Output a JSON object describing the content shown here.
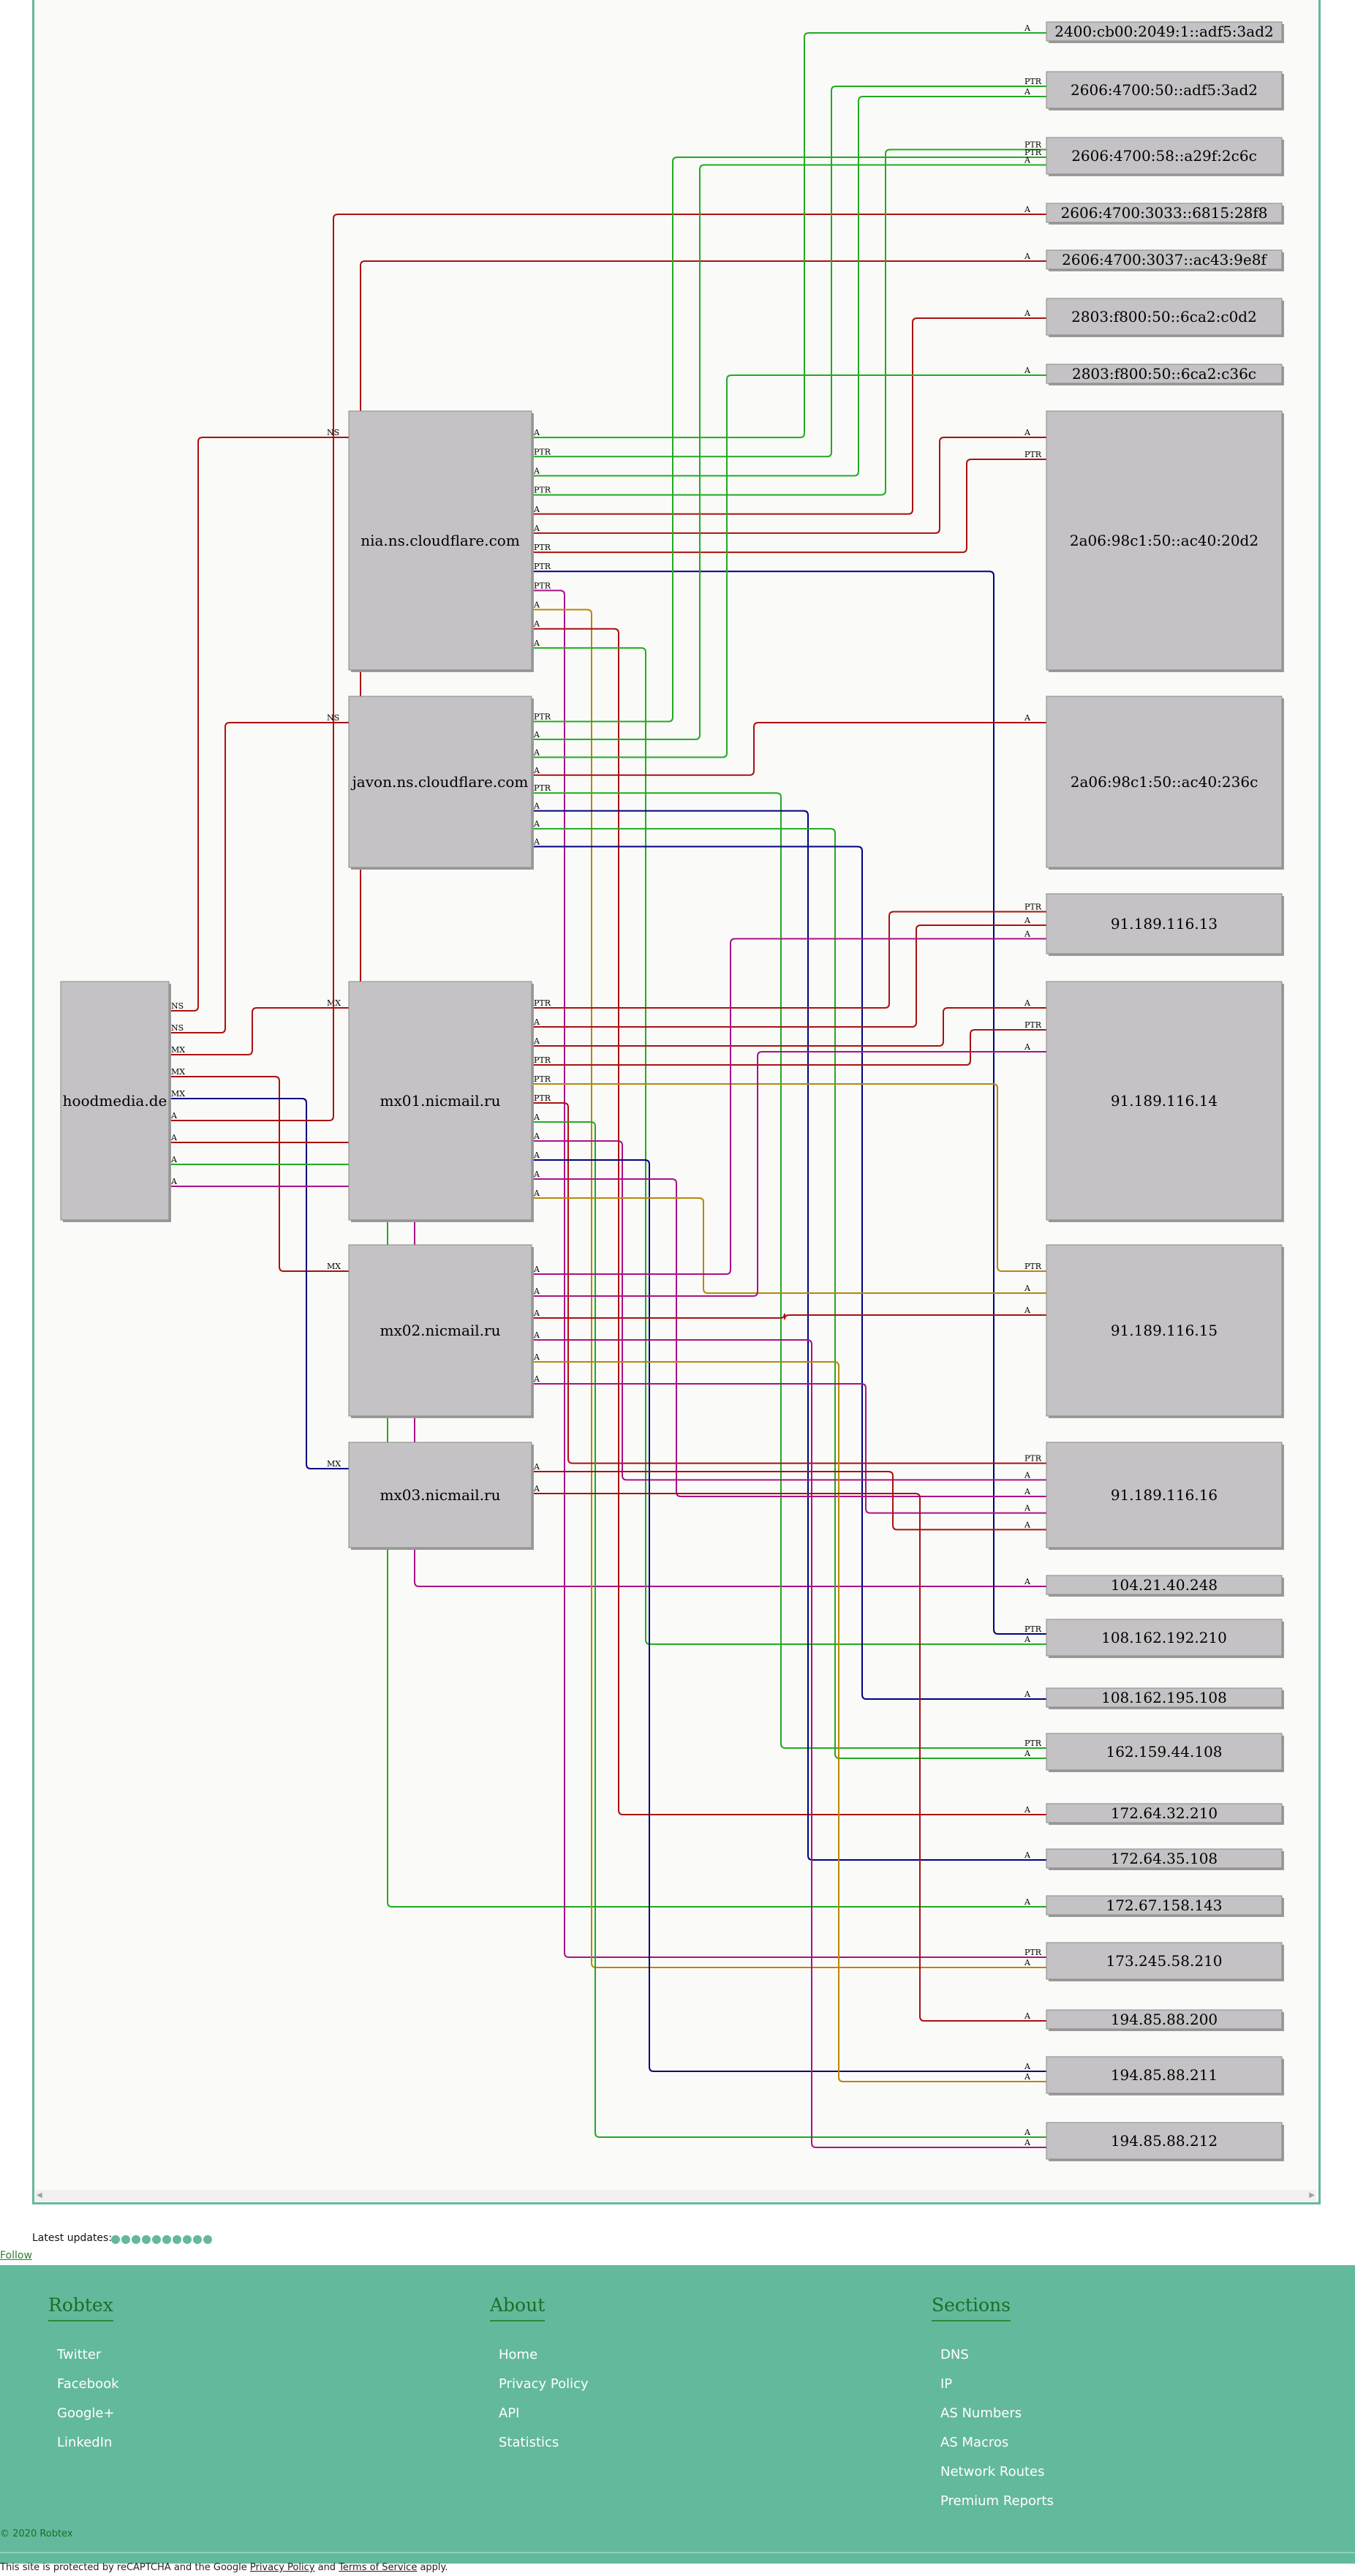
{
  "diagram": {
    "nodes": {
      "root": "hoodmedia.de",
      "ns1": "nia.ns.cloudflare.com",
      "ns2": "javon.ns.cloudflare.com",
      "mx1": "mx01.nicmail.ru",
      "mx2": "mx02.nicmail.ru",
      "mx3": "mx03.nicmail.ru",
      "ip_2400": "2400:cb00:2049:1::adf5:3ad2",
      "ip_50ad": "2606:4700:50::adf5:3ad2",
      "ip_58": "2606:4700:58::a29f:2c6c",
      "ip_3033": "2606:4700:3033::6815:28f8",
      "ip_3037": "2606:4700:3037::ac43:9e8f",
      "ip_c0d2": "2803:f800:50::6ca2:c0d2",
      "ip_c36c": "2803:f800:50::6ca2:c36c",
      "ip_20d2": "2a06:98c1:50::ac40:20d2",
      "ip_236c": "2a06:98c1:50::ac40:236c",
      "ip_13": "91.189.116.13",
      "ip_14": "91.189.116.14",
      "ip_15": "91.189.116.15",
      "ip_16": "91.189.116.16",
      "ip_104": "104.21.40.248",
      "ip_192": "108.162.192.210",
      "ip_195": "108.162.195.108",
      "ip_162": "162.159.44.108",
      "ip_172a": "172.64.32.210",
      "ip_172b": "172.64.35.108",
      "ip_172c": "172.67.158.143",
      "ip_173": "173.245.58.210",
      "ip_194a": "194.85.88.200",
      "ip_194b": "194.85.88.211",
      "ip_194c": "194.85.88.212"
    },
    "edges": [
      {
        "from": "root",
        "to": "ns1",
        "label": "NS",
        "color": "#aa1111"
      },
      {
        "from": "root",
        "to": "ns2",
        "label": "NS",
        "color": "#aa1111"
      },
      {
        "from": "root",
        "to": "mx1",
        "label": "MX",
        "color": "#aa1111"
      },
      {
        "from": "root",
        "to": "mx2",
        "label": "MX",
        "color": "#aa1111"
      },
      {
        "from": "root",
        "to": "mx3",
        "label": "MX",
        "color": "#000080"
      },
      {
        "from": "root",
        "to": "ip_3033",
        "label": "A",
        "color": "#aa1111"
      },
      {
        "from": "root",
        "to": "ip_3037",
        "label": "A",
        "color": "#aa1111"
      },
      {
        "from": "root",
        "to": "ip_172c",
        "label": "A",
        "color": "#22aa22"
      },
      {
        "from": "root",
        "to": "ip_104",
        "label": "A",
        "color": "#aa1188"
      },
      {
        "from": "ns1",
        "to": "ip_2400",
        "label": "A",
        "color": "#22aa22"
      },
      {
        "from": "ns1",
        "to": "ip_50ad",
        "label": "PTR",
        "color": "#22aa22"
      },
      {
        "from": "ns1",
        "to": "ip_50ad",
        "label": "A",
        "color": "#22aa22"
      },
      {
        "from": "ns1",
        "to": "ip_58",
        "label": "PTR",
        "color": "#22aa22"
      },
      {
        "from": "ns1",
        "to": "ip_c0d2",
        "label": "A",
        "color": "#aa1111"
      },
      {
        "from": "ns1",
        "to": "ip_20d2",
        "label": "A",
        "color": "#aa1111"
      },
      {
        "from": "ns1",
        "to": "ip_20d2",
        "label": "PTR",
        "color": "#aa1111"
      },
      {
        "from": "ns1",
        "to": "ip_192",
        "label": "PTR",
        "color": "#000080"
      },
      {
        "from": "ns1",
        "to": "ip_173",
        "label": "PTR",
        "color": "#aa1188"
      },
      {
        "from": "ns1",
        "to": "ip_173",
        "label": "A",
        "color": "#b8860b"
      },
      {
        "from": "ns1",
        "to": "ip_172a",
        "label": "A",
        "color": "#aa1111"
      },
      {
        "from": "ns1",
        "to": "ip_192",
        "label": "A",
        "color": "#22aa22"
      },
      {
        "from": "ns2",
        "to": "ip_58",
        "label": "PTR",
        "color": "#22aa22"
      },
      {
        "from": "ns2",
        "to": "ip_58",
        "label": "A",
        "color": "#22aa22"
      },
      {
        "from": "ns2",
        "to": "ip_c36c",
        "label": "A",
        "color": "#22aa22"
      },
      {
        "from": "ns2",
        "to": "ip_236c",
        "label": "A",
        "color": "#aa1111"
      },
      {
        "from": "ns2",
        "to": "ip_162",
        "label": "PTR",
        "color": "#22aa22"
      },
      {
        "from": "ns2",
        "to": "ip_172b",
        "label": "A",
        "color": "#000080"
      },
      {
        "from": "ns2",
        "to": "ip_162",
        "label": "A",
        "color": "#22aa22"
      },
      {
        "from": "ns2",
        "to": "ip_195",
        "label": "A",
        "color": "#000080"
      },
      {
        "from": "mx1",
        "to": "ip_13",
        "label": "PTR",
        "color": "#aa1111"
      },
      {
        "from": "mx1",
        "to": "ip_13",
        "label": "A",
        "color": "#aa1111"
      },
      {
        "from": "mx1",
        "to": "ip_14",
        "label": "A",
        "color": "#aa1111"
      },
      {
        "from": "mx1",
        "to": "ip_14",
        "label": "PTR",
        "color": "#aa1111"
      },
      {
        "from": "mx1",
        "to": "ip_15",
        "label": "PTR",
        "color": "#b8860b"
      },
      {
        "from": "mx1",
        "to": "ip_16",
        "label": "PTR",
        "color": "#aa1111"
      },
      {
        "from": "mx1",
        "to": "ip_194c",
        "label": "A",
        "color": "#22aa22"
      },
      {
        "from": "mx1",
        "to": "ip_16",
        "label": "A",
        "color": "#aa1188"
      },
      {
        "from": "mx1",
        "to": "ip_194b",
        "label": "A",
        "color": "#000080"
      },
      {
        "from": "mx1",
        "to": "ip_16",
        "label": "A",
        "color": "#aa1188"
      },
      {
        "from": "mx1",
        "to": "ip_15",
        "label": "A",
        "color": "#b8860b"
      },
      {
        "from": "mx2",
        "to": "ip_13",
        "label": "A",
        "color": "#aa1188"
      },
      {
        "from": "mx2",
        "to": "ip_14",
        "label": "A",
        "color": "#aa1188"
      },
      {
        "from": "mx2",
        "to": "ip_15",
        "label": "A",
        "color": "#aa1111"
      },
      {
        "from": "mx2",
        "to": "ip_194c",
        "label": "A",
        "color": "#aa1188"
      },
      {
        "from": "mx2",
        "to": "ip_194b",
        "label": "A",
        "color": "#b8860b"
      },
      {
        "from": "mx2",
        "to": "ip_16",
        "label": "A",
        "color": "#aa1188"
      },
      {
        "from": "mx3",
        "to": "ip_16",
        "label": "A",
        "color": "#aa1111"
      },
      {
        "from": "mx3",
        "to": "ip_194a",
        "label": "A",
        "color": "#aa1111"
      }
    ]
  },
  "latest_updates_label": "Latest updates:",
  "follow_label": "Follow",
  "footer": {
    "columns": [
      {
        "title": "Robtex",
        "links": [
          "Twitter",
          "Facebook",
          "Google+",
          "LinkedIn"
        ]
      },
      {
        "title": "About",
        "links": [
          "Home",
          "Privacy Policy",
          "API",
          "Statistics"
        ]
      },
      {
        "title": "Sections",
        "links": [
          "DNS",
          "IP",
          "AS Numbers",
          "AS Macros",
          "Network Routes",
          "Premium Reports"
        ]
      }
    ],
    "copyright": "© 2020 Robtex"
  },
  "recaptcha": {
    "prefix": "This site is protected by reCAPTCHA and the Google ",
    "privacy": "Privacy Policy",
    "and": " and ",
    "terms": "Terms of Service",
    "suffix": " apply."
  },
  "colors": {
    "accent": "#63b99b",
    "node_fill": "#c4c2c4",
    "footer_bg": "#63b99b"
  }
}
